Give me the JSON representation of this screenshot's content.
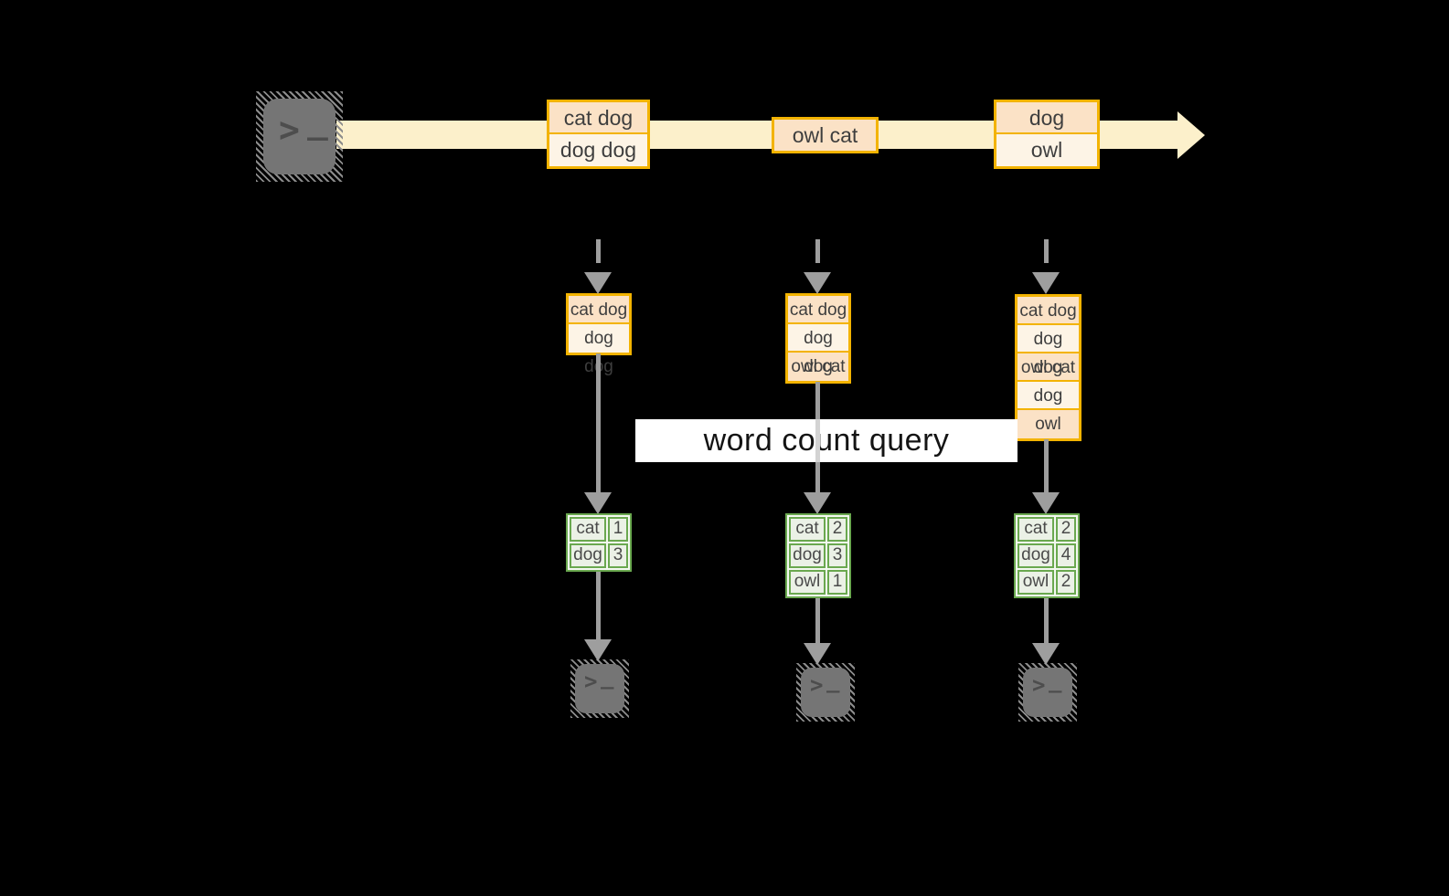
{
  "colors": {
    "background": "#000000",
    "stream_band": "#fcf0cb",
    "record_border": "#f3b300",
    "record_fill_dark": "#fbe2c6",
    "record_fill_light": "#fdf4e6",
    "table_border": "#6aa84f",
    "table_fill": "#ebf1e6",
    "arrow": "#9e9e9e",
    "terminal": "#757575",
    "query_band": "#ffffff"
  },
  "icons": {
    "terminal_prompt_gt": ">",
    "terminal_prompt_underscore": "_"
  },
  "stream": {
    "batches": [
      {
        "rows": [
          "cat dog",
          "dog dog"
        ]
      },
      {
        "rows": [
          "owl cat"
        ]
      },
      {
        "rows": [
          "dog",
          "owl"
        ]
      }
    ]
  },
  "query": {
    "label": "word count query"
  },
  "columns": [
    {
      "buffer": {
        "rows": [
          "cat dog",
          "dog dog"
        ]
      },
      "table": {
        "rows": [
          {
            "word": "cat",
            "count": "1"
          },
          {
            "word": "dog",
            "count": "3"
          }
        ]
      }
    },
    {
      "buffer": {
        "rows": [
          "cat dog",
          "dog dog",
          "owl cat"
        ]
      },
      "table": {
        "rows": [
          {
            "word": "cat",
            "count": "2"
          },
          {
            "word": "dog",
            "count": "3"
          },
          {
            "word": "owl",
            "count": "1"
          }
        ]
      }
    },
    {
      "buffer": {
        "rows": [
          "cat dog",
          "dog dog",
          "owl cat",
          "dog",
          "owl"
        ]
      },
      "table": {
        "rows": [
          {
            "word": "cat",
            "count": "2"
          },
          {
            "word": "dog",
            "count": "4"
          },
          {
            "word": "owl",
            "count": "2"
          }
        ]
      }
    }
  ]
}
